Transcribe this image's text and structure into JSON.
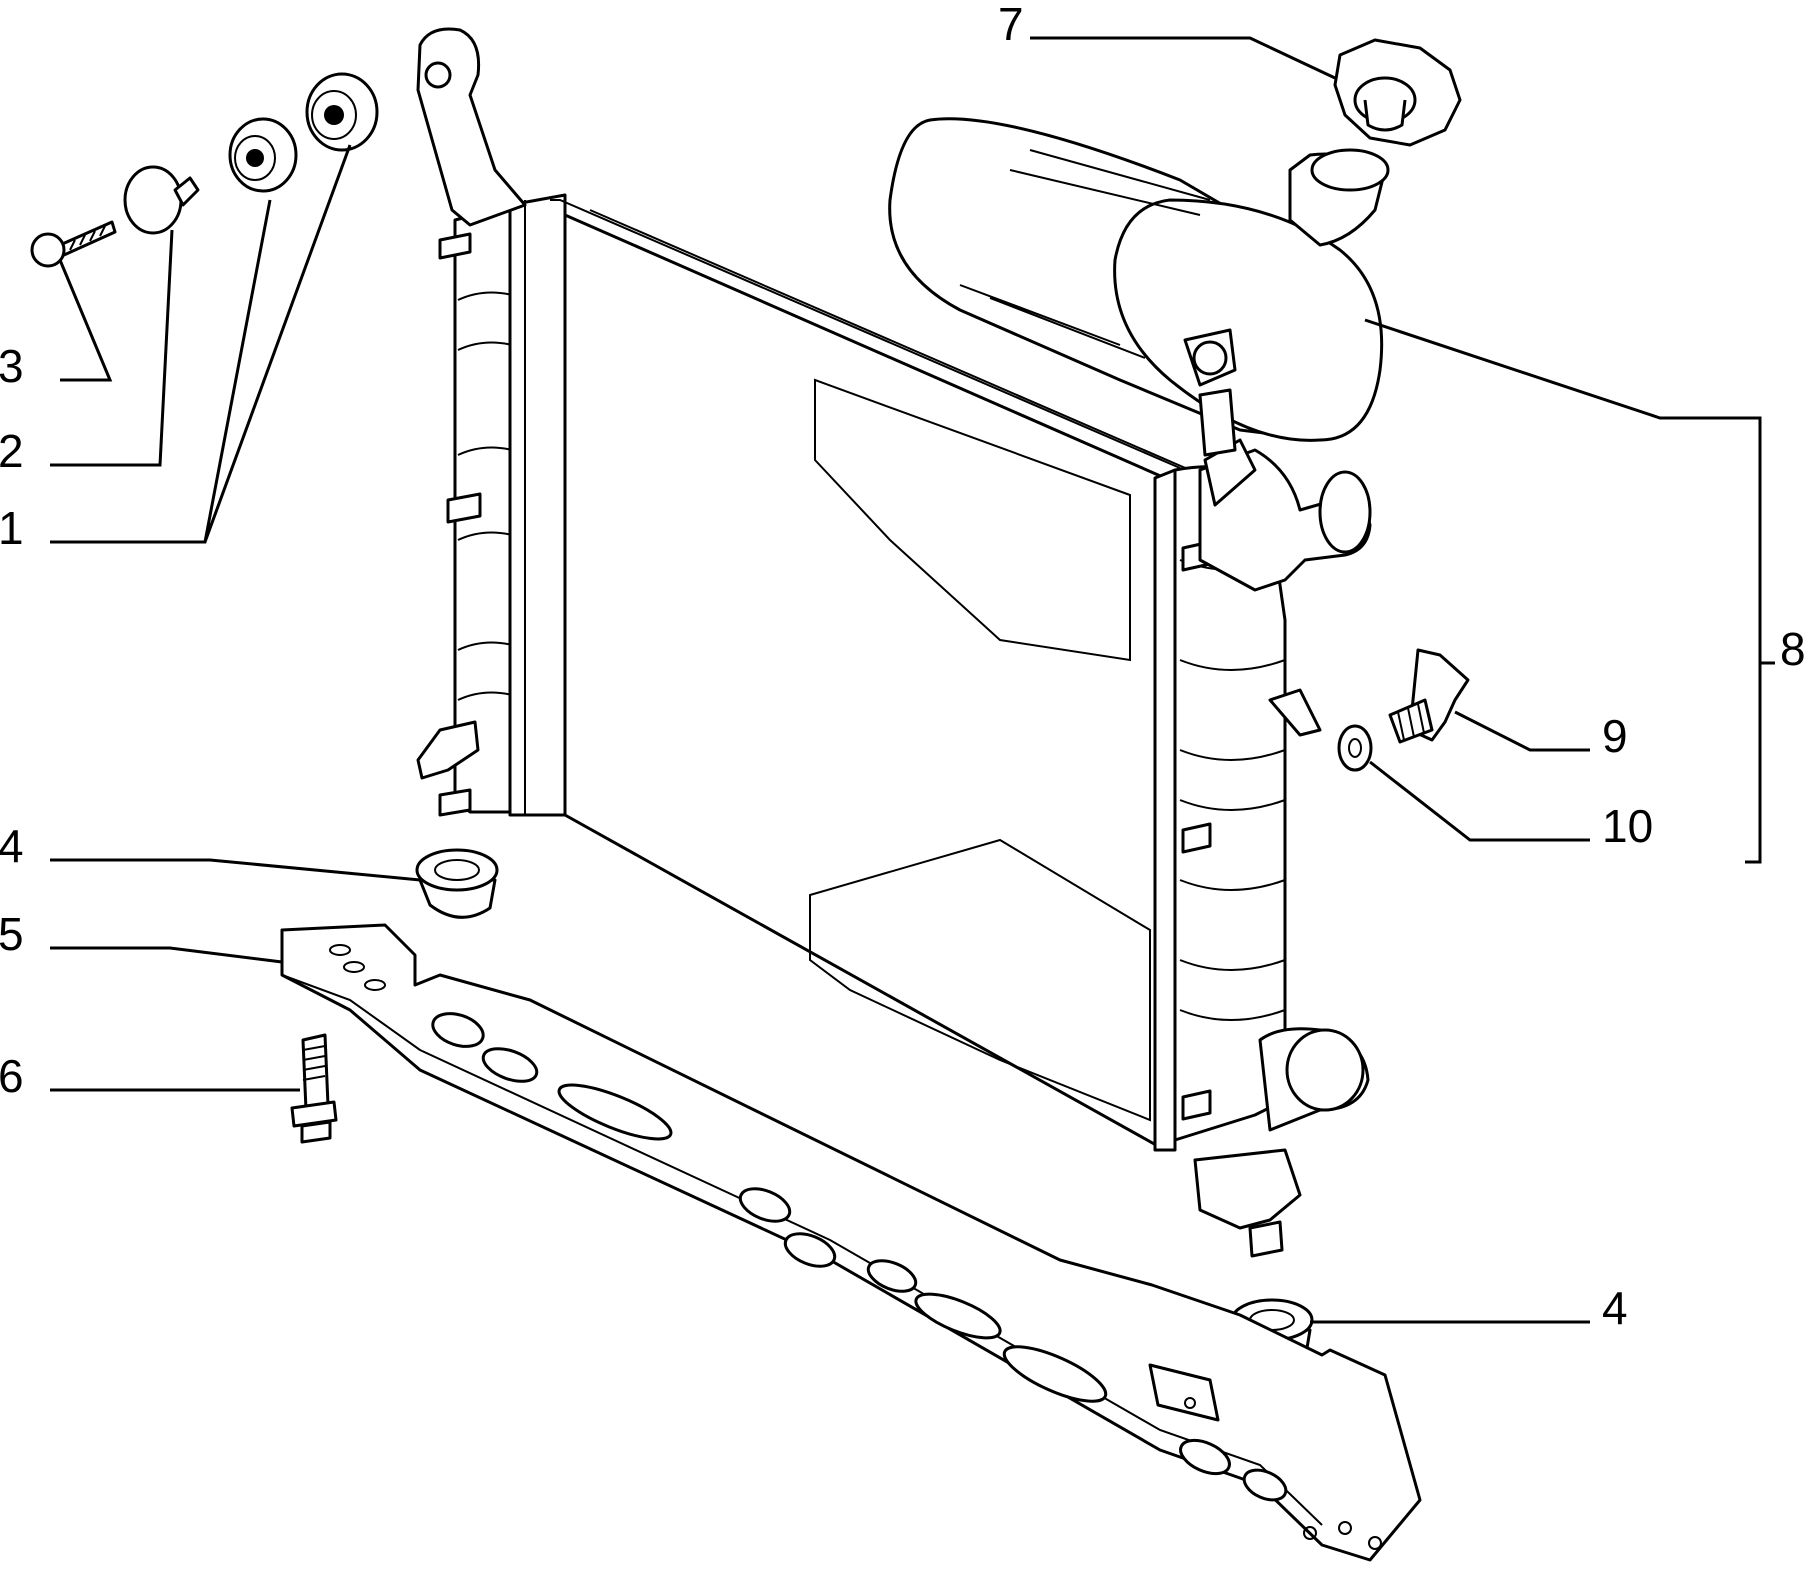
{
  "callouts": {
    "c1": "1",
    "c2": "2",
    "c3": "3",
    "c4a": "4",
    "c4b": "4",
    "c5": "5",
    "c6": "6",
    "c7": "7",
    "c8": "8",
    "c9": "9",
    "c10": "10"
  },
  "parts": [
    {
      "ref": "1",
      "icon": "rubber-bushing-icon"
    },
    {
      "ref": "2",
      "icon": "washer-pin-icon"
    },
    {
      "ref": "3",
      "icon": "screw-icon"
    },
    {
      "ref": "4",
      "icon": "grommet-icon"
    },
    {
      "ref": "5",
      "icon": "support-bracket-icon"
    },
    {
      "ref": "6",
      "icon": "bolt-icon"
    },
    {
      "ref": "7",
      "icon": "filler-cap-icon"
    },
    {
      "ref": "8",
      "icon": "radiator-assembly-icon"
    },
    {
      "ref": "9",
      "icon": "drain-plug-icon"
    },
    {
      "ref": "10",
      "icon": "seal-washer-icon"
    }
  ]
}
